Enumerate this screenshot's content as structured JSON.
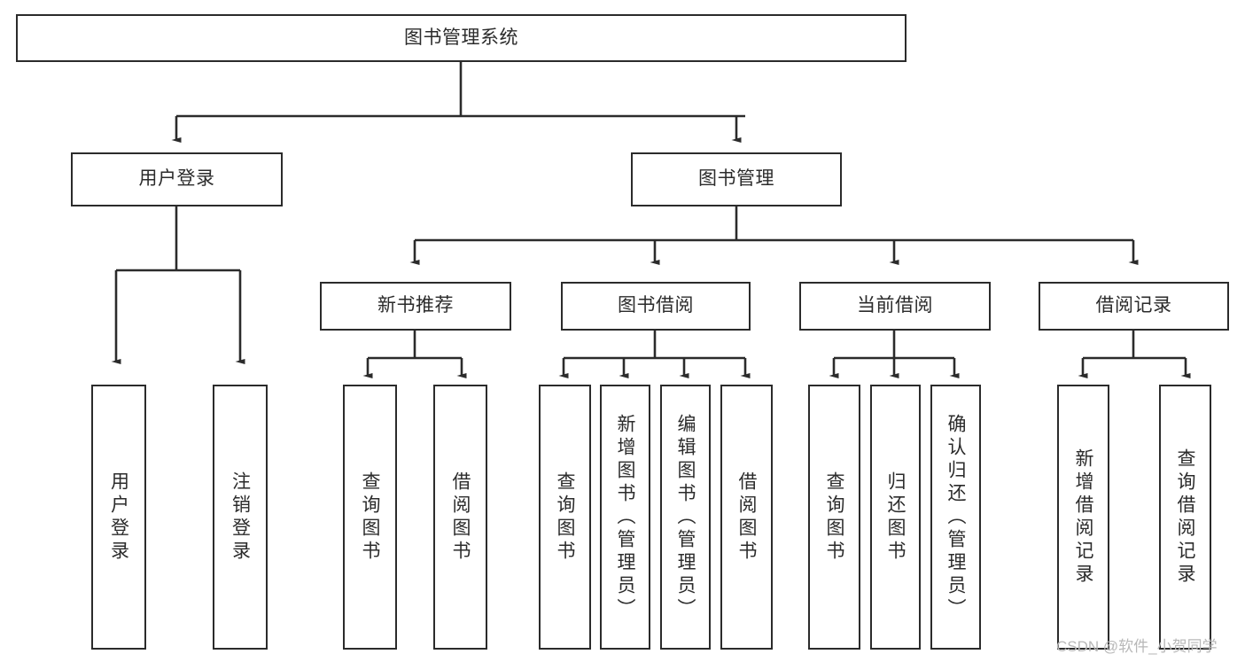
{
  "diagram": {
    "title": "图书管理系统",
    "type": "tree-hierarchy",
    "background_color": "#ffffff",
    "line_color": "#2b2b2b",
    "text_color": "#2b2b2b",
    "watermark": "CSDN @软件_小贺同学",
    "nodes": {
      "root": {
        "label": "图书管理系统",
        "level": 0
      },
      "l1": [
        {
          "id": "user-login",
          "label": "用户登录"
        },
        {
          "id": "book-manage",
          "label": "图书管理"
        }
      ],
      "l2": [
        {
          "id": "new-book-rec",
          "label": "新书推荐",
          "parent": "book-manage"
        },
        {
          "id": "book-borrow",
          "label": "图书借阅",
          "parent": "book-manage"
        },
        {
          "id": "current-borrow",
          "label": "当前借阅",
          "parent": "book-manage"
        },
        {
          "id": "borrow-record",
          "label": "借阅记录",
          "parent": "book-manage"
        }
      ],
      "leaves": {
        "user-login": [
          {
            "id": "leaf-user-login",
            "label": "用户登录"
          },
          {
            "id": "leaf-logout",
            "label": "注销登录"
          }
        ],
        "new-book-rec": [
          {
            "id": "leaf-query-book-1",
            "label": "查询图书"
          },
          {
            "id": "leaf-borrow-book-1",
            "label": "借阅图书"
          }
        ],
        "book-borrow": [
          {
            "id": "leaf-query-book-2",
            "label": "查询图书"
          },
          {
            "id": "leaf-add-book",
            "label": "新增图书（管理员）"
          },
          {
            "id": "leaf-edit-book",
            "label": "编辑图书（管理员）"
          },
          {
            "id": "leaf-borrow-book-2",
            "label": "借阅图书"
          }
        ],
        "current-borrow": [
          {
            "id": "leaf-query-book-3",
            "label": "查询图书"
          },
          {
            "id": "leaf-return-book",
            "label": "归还图书"
          },
          {
            "id": "leaf-confirm-return",
            "label": "确认归还（管理员）"
          }
        ],
        "borrow-record": [
          {
            "id": "leaf-add-record",
            "label": "新增借阅记录"
          },
          {
            "id": "leaf-query-record",
            "label": "查询借阅记录"
          }
        ]
      }
    }
  }
}
